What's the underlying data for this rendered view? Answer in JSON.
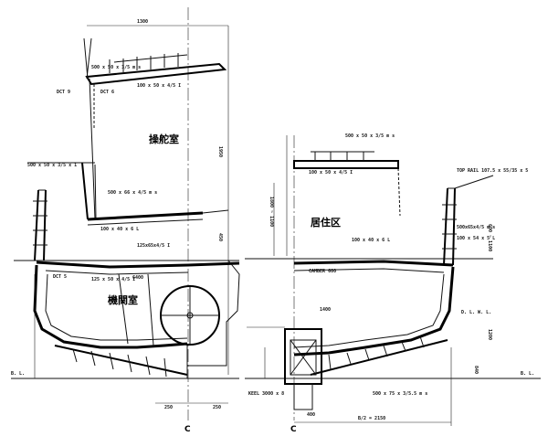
{
  "labels": {
    "steering_room": "操舵室",
    "engine_room": "機関室",
    "living_quarters": "居住区",
    "centerline_left": "C",
    "centerline_right": "C",
    "bl_left": "B. L.",
    "bl_right": "B. L.",
    "dim_1300": "1300",
    "dim_1950": "1950",
    "dim_1400": "1400",
    "dim_1200": "1200",
    "dim_b2": "B/2 = 2150",
    "dim_6400": "6400",
    "dim_600_1100": "600 ~ 1100",
    "dim_1800_1100": "1800 ~ 1100",
    "dim_450": "450",
    "dim_840": "840",
    "dim_250_a": "250",
    "dim_250_b": "250",
    "dim_400": "400",
    "spec_a": "500 x 50 x 3/5 m s",
    "spec_b": "100 x 50 x 4/5 I",
    "spec_c": "500 x 50 x 3/5 x 1",
    "spec_d": "125 x 50 x 4/5 I",
    "spec_e": "500 x 66 x 4/5 m s",
    "spec_f": "100 x 40 x 6 L",
    "spec_g": "125x65x4/5 I",
    "spec_h": "500 x 50 x 3/5 m s",
    "spec_i": "100 x 50 x 4/5 I",
    "spec_j": "TOP RAIL 107.5 x 55/35 x 5",
    "spec_k": "100 x 54 x 5 L",
    "spec_l": "100 x 40 x 6 L",
    "spec_m": "500 x 75 x 3/5.5 m s",
    "spec_n": "500x65x4/5 m s",
    "spec_o": "CAMBER 600",
    "spec_p": "D. L. W. L.",
    "spec_q": "500 x 75 x 3/5.5 m s",
    "spec_r": "KEEL 3000 x 8",
    "dct5": "DCT 5",
    "dct6": "DCT 6",
    "dct9": "DCT 9"
  }
}
